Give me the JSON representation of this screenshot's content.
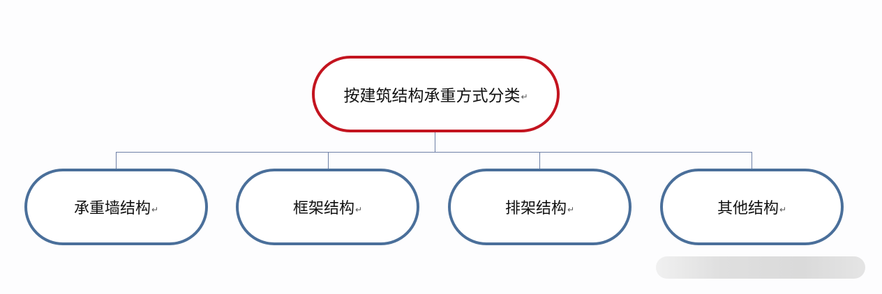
{
  "diagram": {
    "type": "tree",
    "root": {
      "label": "按建筑结构承重方式分类"
    },
    "children": [
      {
        "label": "承重墙结构"
      },
      {
        "label": "框架结构"
      },
      {
        "label": "排架结构"
      },
      {
        "label": "其他结构"
      }
    ],
    "para_mark": "↵",
    "colors": {
      "root_border": "#c3141f",
      "child_border": "#4a6f9a",
      "connector": "#6d7fa6"
    }
  }
}
